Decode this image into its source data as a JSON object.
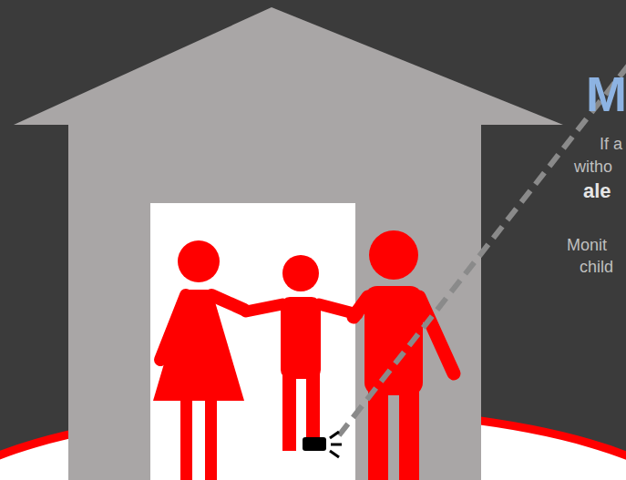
{
  "diagram": {
    "title": "M",
    "labels": [
      "If a",
      "witho",
      "ale",
      "Monit",
      "child"
    ]
  }
}
